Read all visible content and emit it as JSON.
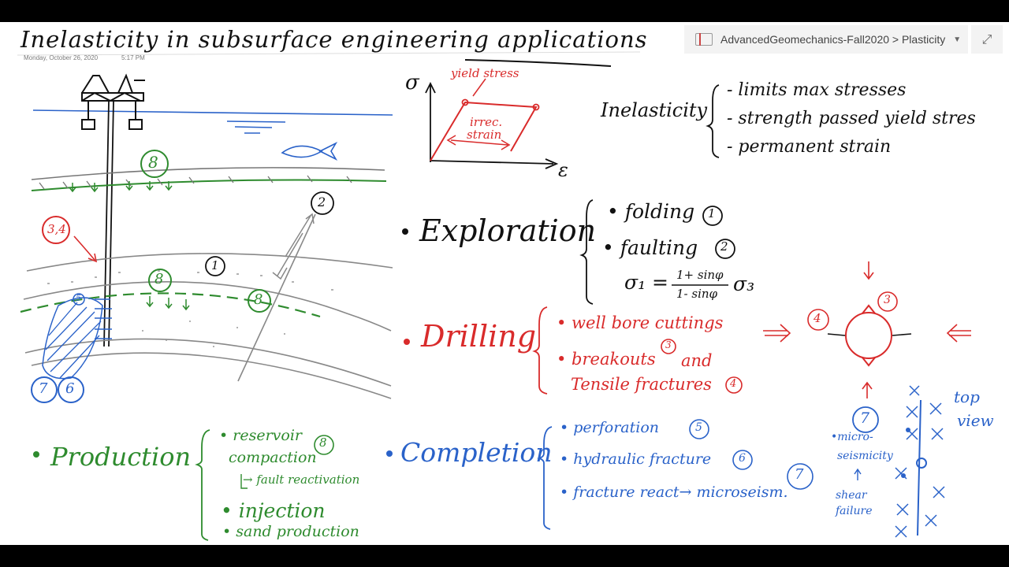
{
  "page": {
    "title": "Inelasticity in subsurface engineering applications",
    "date": "Monday, October 26, 2020",
    "time": "5:17 PM"
  },
  "breadcrumb": {
    "text": "AdvancedGeomechanics-Fall2020 > Plasticity"
  },
  "graph": {
    "sigma": "σ",
    "eps": "ε",
    "yield": "yield stress",
    "irrec1": "irrec.",
    "irrec2": "strain"
  },
  "inelasticity": {
    "label": "Inelasticity",
    "items": [
      "- limits max stresses",
      "- strength passed yield stres",
      "- permanent strain"
    ]
  },
  "exploration": {
    "label": "Exploration",
    "items": [
      "• folding",
      "• faulting"
    ],
    "n1": "1",
    "n2": "2",
    "formula": {
      "s1": "σ₁ =",
      "num": "1+ sinφ",
      "den": "1- sinφ",
      "s3": "σ₃"
    }
  },
  "drilling": {
    "label": "Drilling",
    "items": [
      "• well bore cuttings",
      "• breakouts",
      "and",
      "Tensile fractures"
    ],
    "n3": "3",
    "n4": "4"
  },
  "production": {
    "label": "Production",
    "items": [
      "• reservoir",
      "compaction",
      "→ fault reactivation",
      "• injection",
      "• sand production"
    ],
    "n8": "8"
  },
  "completion": {
    "label": "Completion",
    "items": [
      "• perforation",
      "• hydraulic fracture",
      "• fracture react→ microseism."
    ],
    "n5": "5",
    "n6": "6",
    "n7": "7"
  },
  "sketch": {
    "n8": "8",
    "n34": "3,4",
    "n1": "1",
    "n2": "2",
    "n5": "5",
    "n7": "7",
    "n6": "6"
  },
  "topview": {
    "n3": "3",
    "n4": "4",
    "n7": "7",
    "label1": "top",
    "label2": "view",
    "micro1": "•micro-",
    "micro2": "seismicity",
    "shear1": "shear",
    "shear2": "failure"
  },
  "colors": {
    "black": "#111111",
    "red": "#d92b2b",
    "green": "#2e8b2e",
    "blue": "#2a62c9"
  }
}
